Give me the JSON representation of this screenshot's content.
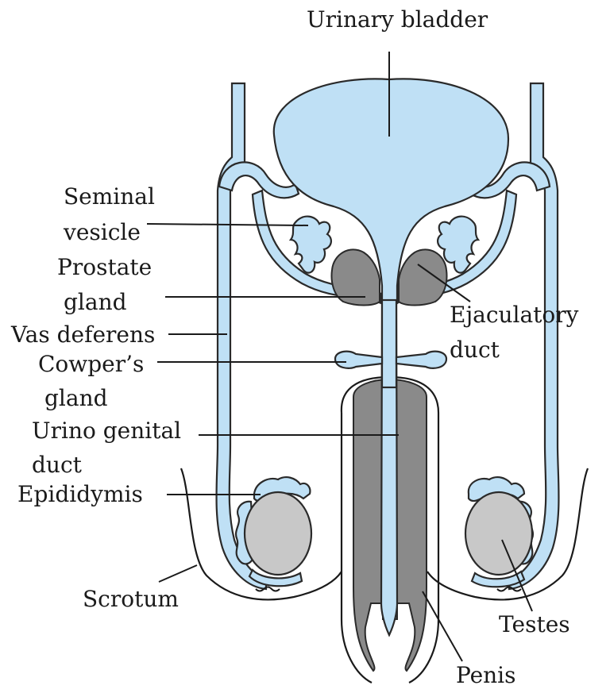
{
  "labels": {
    "urinary_bladder": "Urinary bladder",
    "seminal_vesicle_1": "Seminal",
    "seminal_vesicle_2": "vesicle",
    "prostate_1": "Prostate",
    "prostate_2": "gland",
    "vas_deferens": "Vas deferens",
    "cowpers_1": "Cowper’s",
    "cowpers_2": "gland",
    "urino_1": "Urino genital",
    "urino_2": "duct",
    "epididymis": "Epididymis",
    "scrotum": "Scrotum",
    "ejaculatory_1": "Ejaculatory",
    "ejaculatory_2": "duct",
    "testes": "Testes",
    "penis": "Penis"
  },
  "colors": {
    "duct_fill": "#bfe0f5",
    "gland_grey": "#8a8a8a",
    "testis_grey": "#c8c8c8",
    "outline": "#2a2a2a"
  }
}
